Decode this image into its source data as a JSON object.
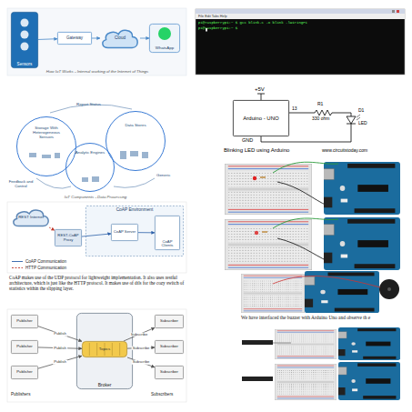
{
  "diagram": {
    "nodes": [
      {
        "text": [
          "Sensors"
        ]
      },
      {
        "text": [
          "Gateway"
        ]
      },
      {
        "text": [
          "Cloud"
        ]
      },
      {
        "text": [
          "WhatsApp"
        ]
      },
      {
        "text": [
          "Storage With Heterogeneous Sensors"
        ]
      },
      {
        "text": [
          "Data Stores"
        ]
      },
      {
        "text": [
          "Analytic Engines"
        ]
      },
      {
        "text": [
          "Arduino - UNO"
        ]
      },
      {
        "text": [
          "REST Internet"
        ]
      },
      {
        "text": [
          "REST-CoAP Proxy"
        ]
      },
      {
        "text": [
          "CoAP Environment"
        ]
      },
      {
        "text": [
          "CoAP Server"
        ],
        "in": 10
      },
      {
        "text": [
          "CoAP Clients"
        ],
        "in": 10
      },
      {
        "text": [
          "Publisher"
        ]
      },
      {
        "text": [
          "Publisher"
        ]
      },
      {
        "text": [
          "Publisher"
        ]
      },
      {
        "text": [
          "Broker"
        ]
      },
      {
        "text": [
          "Topics"
        ],
        "in": 16
      },
      {
        "text": [
          "Subscriber"
        ]
      },
      {
        "text": [
          "Subscriber"
        ]
      },
      {
        "text": [
          "Subscriber"
        ]
      }
    ],
    "edges": [
      {
        "from": 0,
        "to": 1,
        "arrow": "to"
      },
      {
        "from": 1,
        "to": 2,
        "arrow": "to"
      },
      {
        "from": 2,
        "to": 3,
        "arrow": "to"
      },
      {
        "from": 8,
        "to": 9,
        "arrow": "to"
      },
      {
        "from": 9,
        "to": 11,
        "arrow": "to"
      },
      {
        "from": 11,
        "to": 12,
        "arrow": "to"
      },
      {
        "from": 13,
        "to": 17,
        "label": "Publish",
        "arrow": "to"
      },
      {
        "from": 14,
        "to": 17,
        "label": "Publish",
        "arrow": "to"
      },
      {
        "from": 15,
        "to": 17,
        "label": "Publish",
        "arrow": "to"
      },
      {
        "from": 17,
        "to": 18,
        "label": "Subscribe",
        "arrow": "to"
      },
      {
        "from": 17,
        "to": 19,
        "label": "Subscribe",
        "arrow": "to"
      },
      {
        "from": 17,
        "to": 20,
        "label": "Subscribe",
        "arrow": "to"
      }
    ],
    "labels": [
      "How IoT Works - Internal working of the Internet of Things",
      "File Edit Tabs Help",
      "pi@raspberrypi:~ $ gcc blink.c -o blink -lwiringPi",
      "pi@raspberrypi:~ $",
      "Report Status",
      "Feedback and Control",
      "Generic",
      "IoT Components - Data Processing",
      "+5V",
      "GND",
      "13",
      "R1",
      "330 ohm",
      "D1",
      "LED",
      "Blinking LED using Arduino",
      "www.circuitstoday.com",
      "CoAP makes use of the UDP protocol for lightweight implementation. It also uses restful architecture, which is just like the HTTP protocol. It makes use of dtls for the cozy switch of statistics within the slipping layer.",
      "We have interfaced the buzzer with Arduino Uno and observe th e",
      "Publishers",
      "Subscribers"
    ],
    "legend": [
      {
        "text": "CoAP Communication"
      },
      {
        "text": "HTTP Communication"
      }
    ]
  }
}
